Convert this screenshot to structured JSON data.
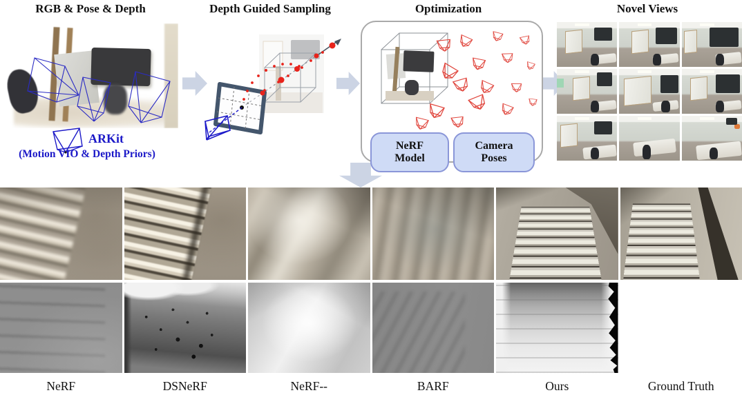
{
  "figure": {
    "pipeline": {
      "stage_titles": [
        "RGB & Pose & Depth",
        "Depth Guided Sampling",
        "Optimization",
        "Novel Views"
      ],
      "arkit_label": "ARKit",
      "arkit_sublabel": "(Motion VIO & Depth Priors)",
      "optimization_boxes": [
        "NeRF Model",
        "Camera Poses"
      ],
      "novel_views_grid": {
        "rows": 3,
        "cols": 3
      }
    },
    "comparison": {
      "rows": [
        "rgb-render",
        "depth-map"
      ],
      "methods": [
        {
          "key": "nerf",
          "label": "NeRF"
        },
        {
          "key": "dsnerf",
          "label": "DSNeRF"
        },
        {
          "key": "nerfmm",
          "label": "NeRF--"
        },
        {
          "key": "barf",
          "label": "BARF"
        },
        {
          "key": "ours",
          "label": "Ours"
        },
        {
          "key": "gt",
          "label": "Ground Truth"
        }
      ]
    },
    "icons": [
      "camera-frustum-icon",
      "block-arrow-icon"
    ],
    "colors": {
      "arkit_blue": "#1c19c8",
      "frustum_blue": "#2b2bc4",
      "sample_red": "#e8231b",
      "frustum_red": "#e0453c",
      "block_arrow": "#ccd4e4",
      "optimization_border": "#a9a9a9",
      "box_fill": "#cfdbf6",
      "box_border": "#8a96d8",
      "image_plane_frame": "#44566c"
    }
  }
}
